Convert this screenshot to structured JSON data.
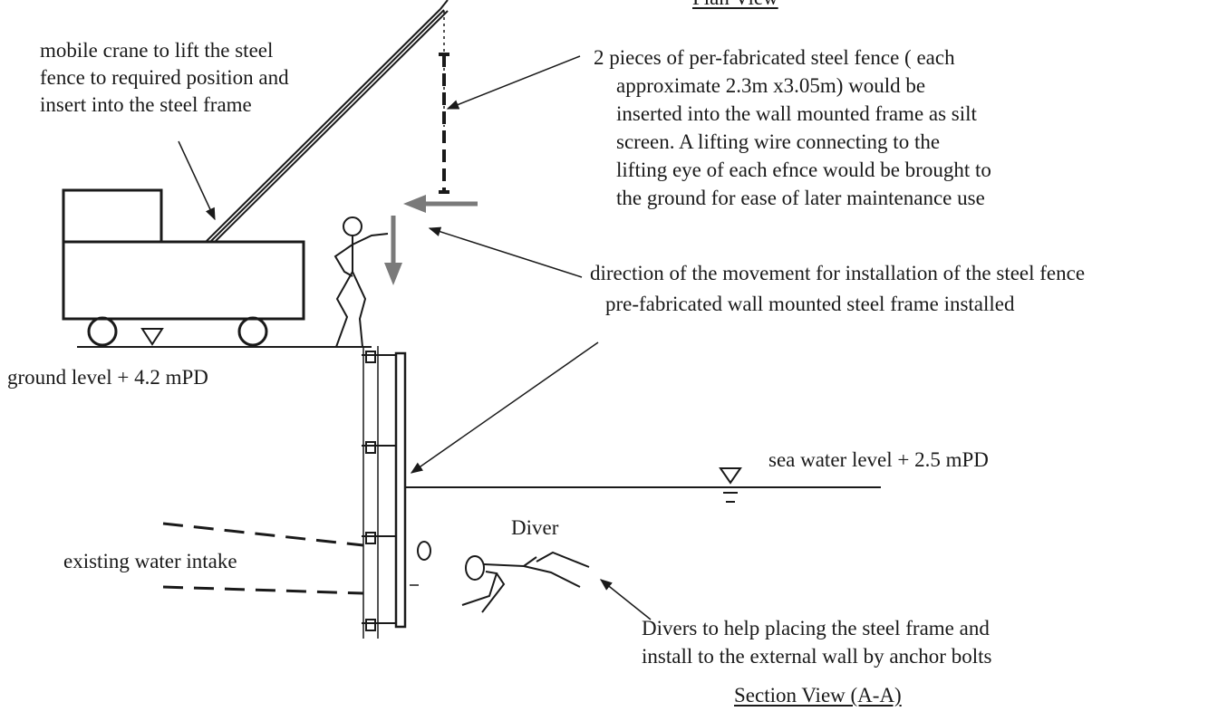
{
  "header": {
    "plan_view": "Plan View"
  },
  "labels": {
    "crane": [
      "mobile crane to lift the steel",
      "fence to required position and",
      "insert into the steel frame"
    ],
    "fence": [
      "2 pieces of per-fabricated steel fence ( each",
      "approximate 2.3m x3.05m) would be",
      "inserted into the wall mounted frame as silt",
      "screen. A lifting wire connecting to the",
      "lifting eye of each efnce would be brought to",
      "the ground for ease of later maintenance use"
    ],
    "direction": "direction of the movement for installation of the steel fence",
    "frame": "pre-fabricated wall mounted steel frame installed",
    "ground_level": "ground level + 4.2 mPD",
    "sea_level": "sea water level + 2.5 mPD",
    "diver": "Diver",
    "intake": "existing water intake",
    "divers_note": [
      "Divers to help placing the steel frame and",
      "install to the external wall by anchor bolts"
    ]
  },
  "footer": {
    "section_view": "Section View (A-A)"
  },
  "colors": {
    "ink": "#1a1a1a",
    "paper": "#ffffff"
  }
}
